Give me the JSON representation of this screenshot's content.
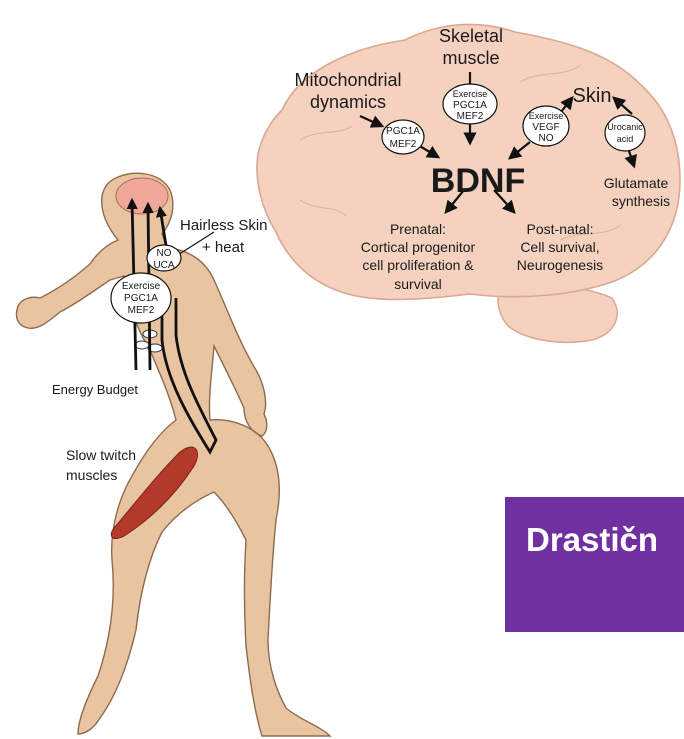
{
  "colors": {
    "skin": "#e8c4a1",
    "brain": "#f5d2c0",
    "brain_outline": "#d9a890",
    "muscle": "#b33a2a",
    "banner": "#7130a0"
  },
  "brain_panel": {
    "mito_title": [
      "Mitochondrial",
      "dynamics"
    ],
    "mito_bubble": [
      "PGC1A",
      "MEF2"
    ],
    "skeletal_title": [
      "Skeletal",
      "muscle"
    ],
    "skeletal_bubble": [
      "Exercise",
      "PGC1A",
      "MEF2"
    ],
    "skin_title": "Skin",
    "skin_bubble": [
      "Exercise",
      "VEGF",
      "NO"
    ],
    "urocanic_bubble": [
      "Urocanic",
      "acid"
    ],
    "glutamate": [
      "Glutamate",
      "synthesis"
    ],
    "center": "BDNF",
    "prenatal": [
      "Prenatal:",
      "Cortical progenitor",
      "cell proliferation &",
      "survival"
    ],
    "postnatal": [
      "Post-natal:",
      "Cell survival,",
      "Neurogenesis"
    ]
  },
  "body_panel": {
    "hairless_skin": [
      "Hairless Skin",
      "+ heat"
    ],
    "no_uca_bubble": [
      "NO",
      "UCA"
    ],
    "exercise_bubble": [
      "Exercise",
      "PGC1A",
      "MEF2"
    ],
    "energy_budget": "Energy Budget",
    "slow_twitch": [
      "Slow twitch",
      "muscles"
    ]
  },
  "banner": {
    "text": "Drastičn"
  }
}
